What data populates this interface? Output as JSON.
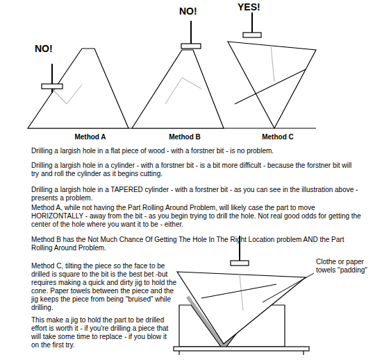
{
  "diagram": {
    "labels": [
      "NO!",
      "NO!",
      "YES!",
      "Method A",
      "Method B",
      "Method C",
      "Drilling a largish hole in a flat piece of wood - with a forstner bit - is no problem.",
      "Drilling a largish hole in a cylinder - with a forstner bit - is a bit more difficult - because the forstner bit will try and roll the cylinder as it begins cutting.",
      "Drilling a largish hole in a TAPERED cylinder - with a forstner bit - as you can see in the illustration above - presents a problem.",
      "Method A, while not having the Part Rolling Around Problem, will likely case the part to move HORIZONTALLY - away from the bit - as you begin trying to drill the hole.  Not real good odds for getting the center of the hole where you want it to be - either.",
      "Method B has the Not Much Chance Of Getting The Hole In The Right Location problem AND the Part Rolling Around Problem.",
      "Method C, tilting the piece so the face to be drilled is square to the bit is the best bet -but requires making a quick and dirty jig to hold the cone. Paper towels between the piece and the jig keeps the piece from being \"bruised\" while drilling.",
      "This make a jig to hold the part to be drilled effort is worth it - if you're drilling a piece that will take some time to replace - if you blow it on the first try.",
      "Clothe or paper towels \"padding\""
    ]
  }
}
